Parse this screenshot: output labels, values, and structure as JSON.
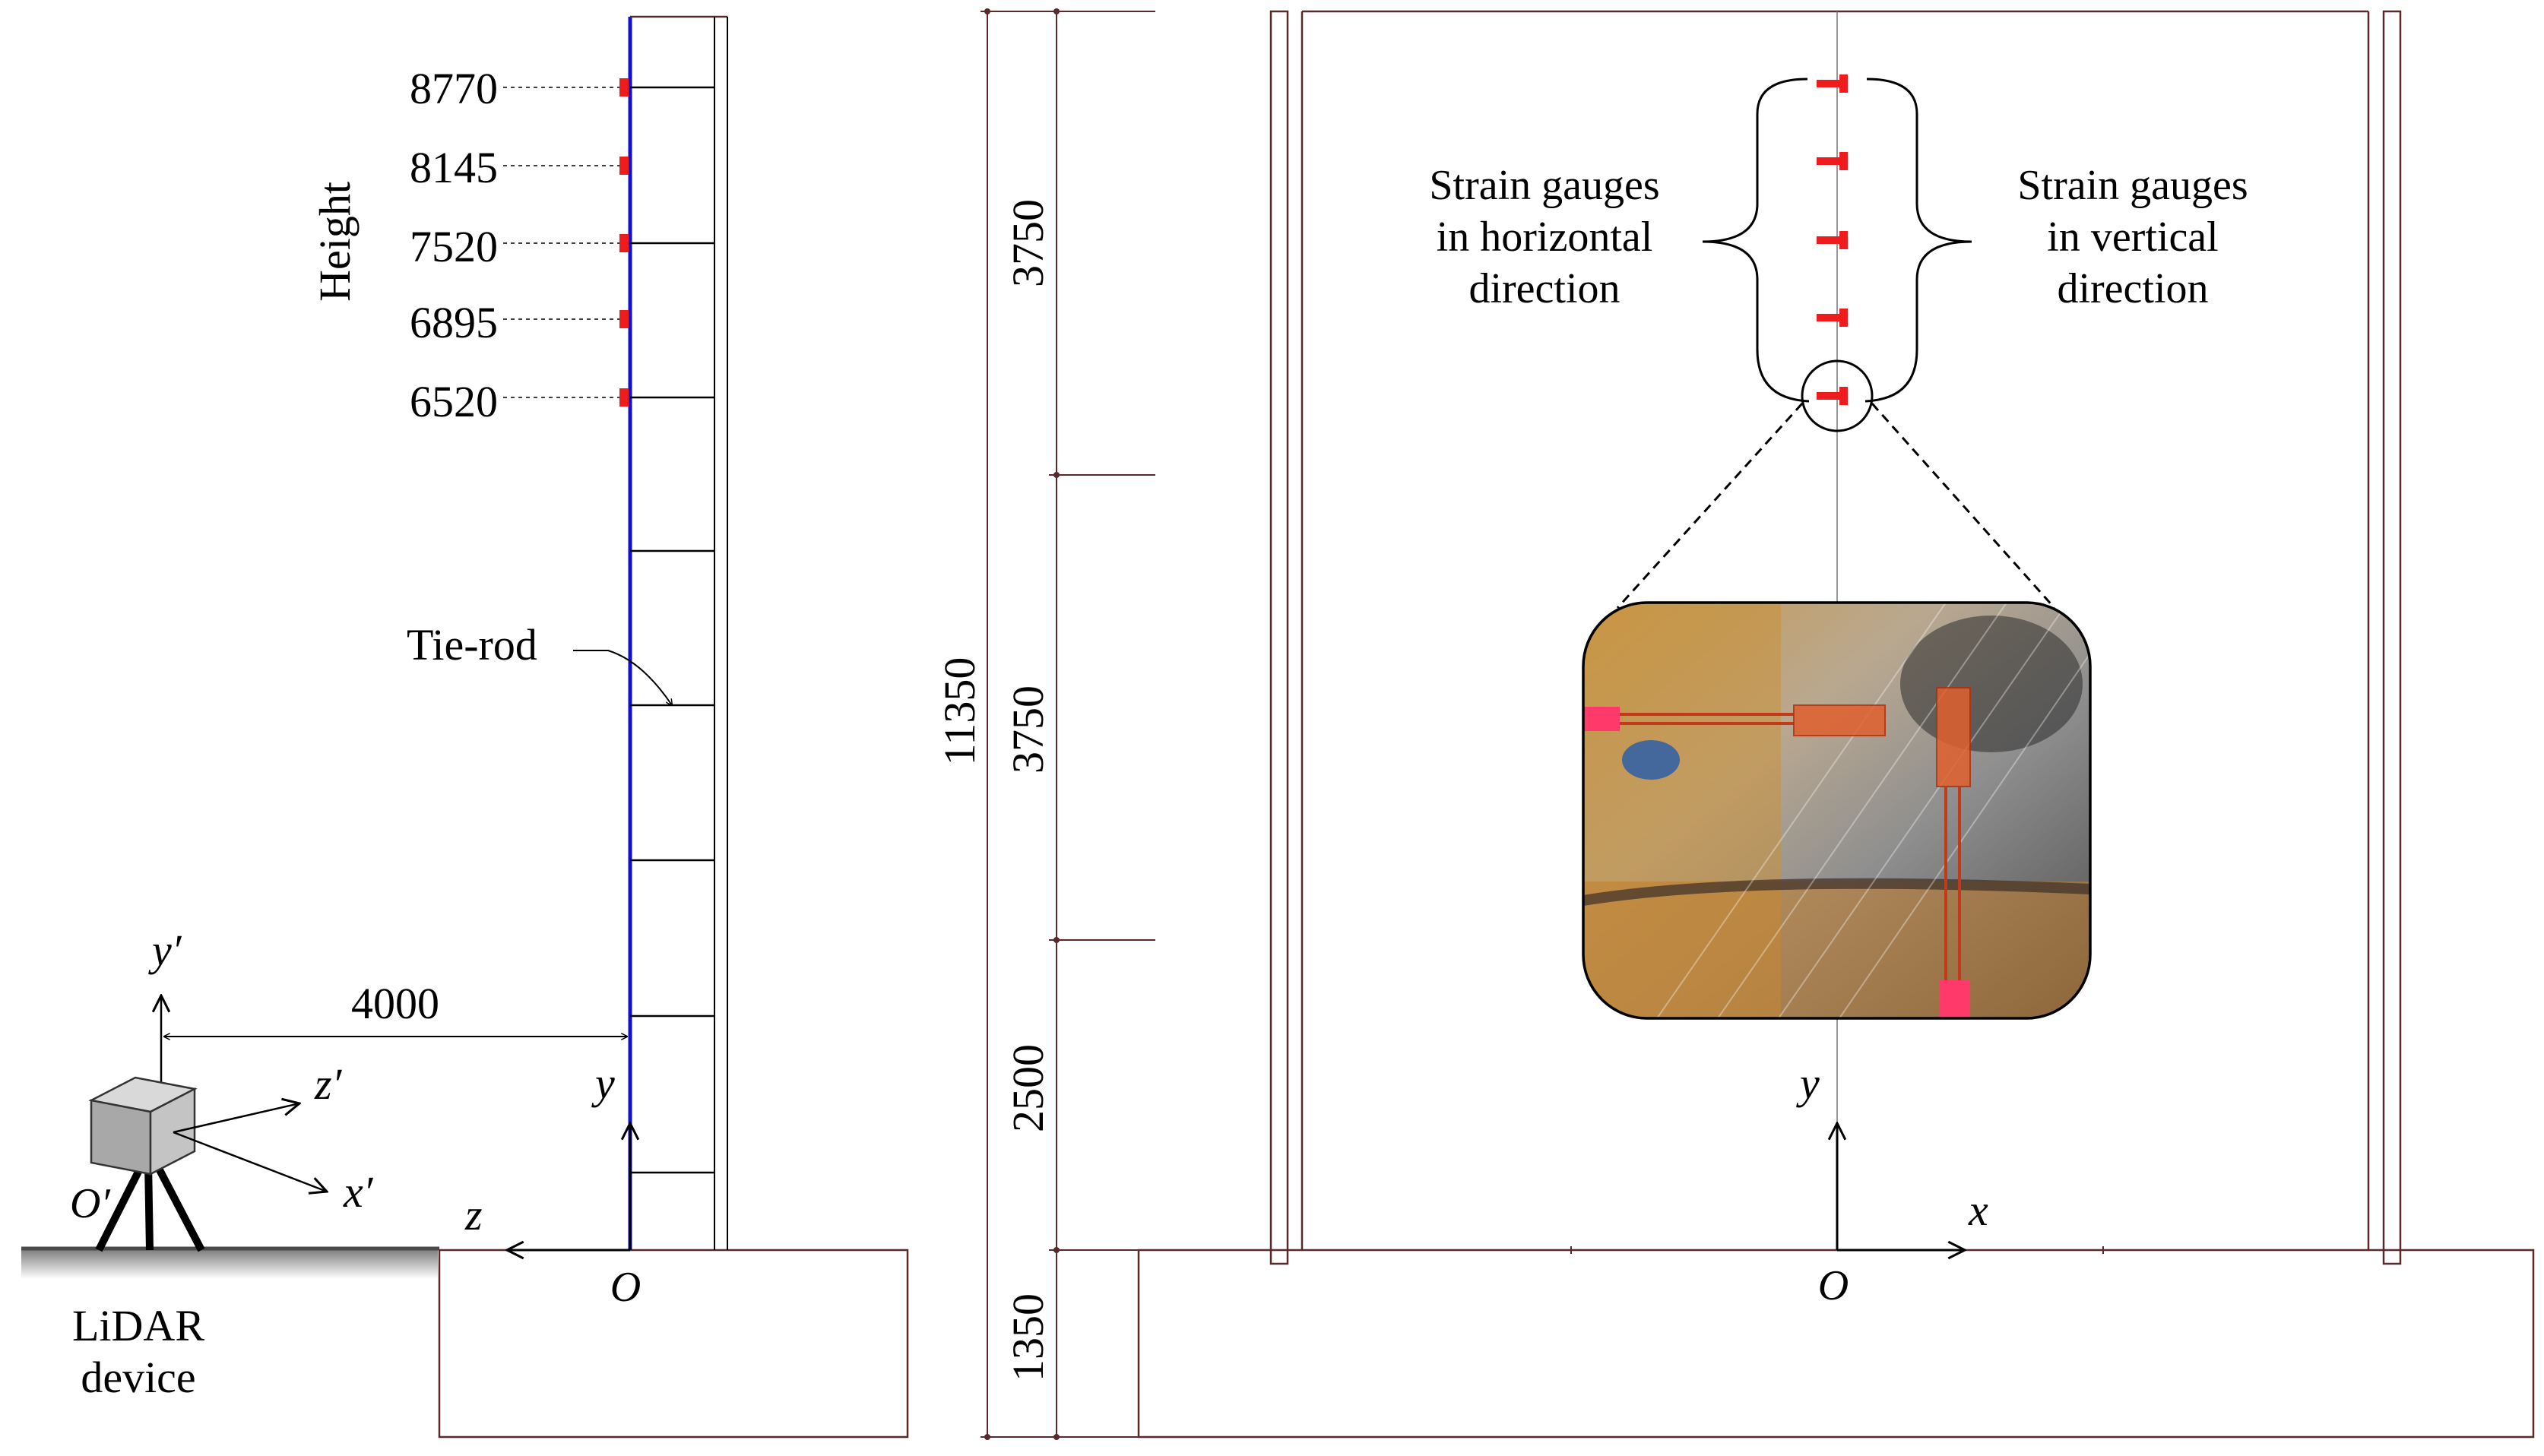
{
  "colors": {
    "line": "#000000",
    "frame": "#5a2a2a",
    "wall_line": "#1010d0",
    "gauge": "#ee1c1c",
    "ground": "#808080",
    "device": "#a8a8a8"
  },
  "left_panel": {
    "height_label": "Height",
    "gauge_heights": [
      "8770",
      "8145",
      "7520",
      "6895",
      "6520"
    ],
    "tie_rod_label": "Tie-rod",
    "distance_label": "4000",
    "origin_label": "O",
    "axis_y_label": "y",
    "axis_z_label": "z",
    "lidar_axes": {
      "y": "y′",
      "z": "z′",
      "x": "x′",
      "origin": "O′"
    },
    "device_label_line1": "LiDAR",
    "device_label_line2": "device"
  },
  "dimensions": {
    "total": "11350",
    "segments": [
      "3750",
      "3750",
      "2500",
      "1350"
    ]
  },
  "right_panel": {
    "left_gauge_label_lines": [
      "Strain gauges",
      "in horizontal",
      "direction"
    ],
    "right_gauge_label_lines": [
      "Strain gauges",
      "in vertical",
      "direction"
    ],
    "axis_y_label": "y",
    "axis_x_label": "x",
    "origin_label": "O",
    "photo_icon": "strain-gauge-photo"
  }
}
